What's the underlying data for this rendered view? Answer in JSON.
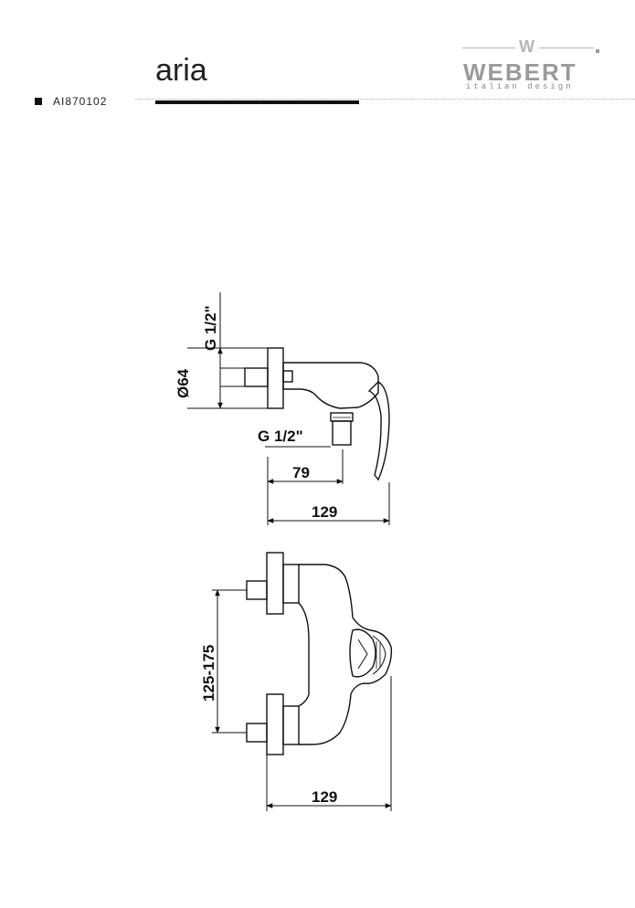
{
  "header": {
    "title": "aria",
    "code": "AI870102"
  },
  "logo": {
    "brand": "WEBERT",
    "tagline": "italian design",
    "mark": "W"
  },
  "dimensions": {
    "top_thread": "G 1/2\"",
    "top_diameter": "Ø64",
    "outlet_thread": "G 1/2\"",
    "outlet_depth": "79",
    "top_width": "129",
    "center_distance": "125-175",
    "bottom_width": "129"
  }
}
